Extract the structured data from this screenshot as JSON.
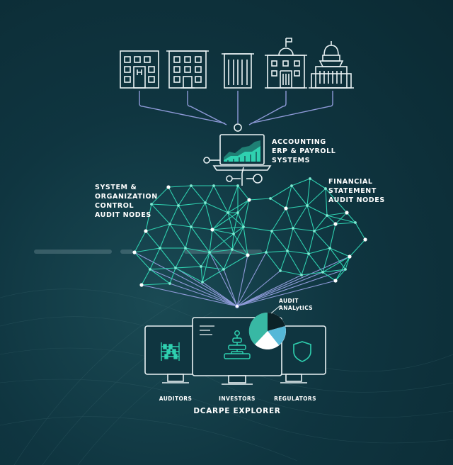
{
  "labels": {
    "accounting": "ACCOUNTING\nERP & PAYROLL\nSYSTEMS",
    "system_org": "SYSTEM &\nORGANIZATION\nCONTROL\nAUDIT NODES",
    "financial": "FINANCIAL\nSTATEMENT\nAUDIT NODES",
    "analytics": "AUDIT\nANALytICS",
    "auditors": "AUDITORS",
    "investors": "INVESTORS",
    "regulators": "REGULATORS",
    "explorer": "DCARPE EXPLORER"
  },
  "icons": {
    "buildings": [
      "office-building-icon",
      "apartment-building-icon",
      "skyscraper-icon",
      "government-building-icon",
      "capitol-building-icon"
    ],
    "laptop": "laptop-chart-icon",
    "monitors": [
      "abacus-icon",
      "org-chart-icon",
      "shield-icon"
    ],
    "pie": "pie-chart-icon"
  },
  "colors": {
    "background": "#0f3540",
    "line_white": "#e9f2f4",
    "mesh": "#2fd1b0",
    "connector": "#8e9ad8",
    "node": "#ffffff"
  }
}
